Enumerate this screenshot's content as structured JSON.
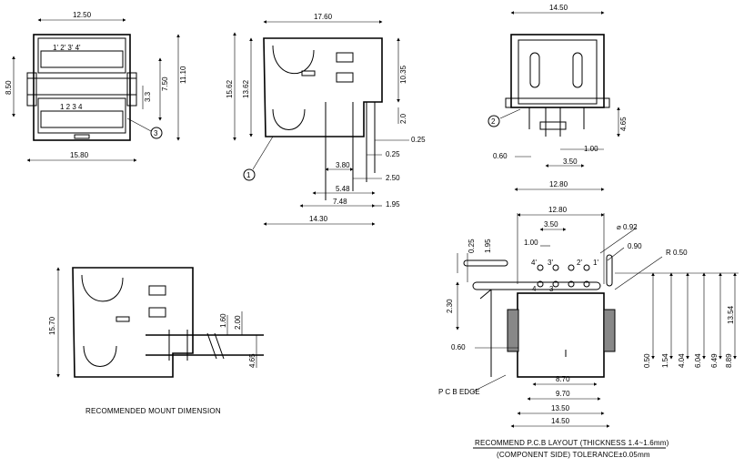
{
  "view_front": {
    "dims": {
      "top_width": "12.50",
      "height_right": "11.10",
      "height_left": "8.50",
      "inner": "7.50",
      "small": "3.3",
      "bottom_width": "15.80"
    },
    "pins_top": "1'  2'  3'  4'",
    "pins_bottom": "1   2   3   4",
    "callout": "3"
  },
  "view_side": {
    "dims": {
      "length": "17.60",
      "h1": "15.62",
      "h2": "13.62",
      "h3": "10.35",
      "h4": "2.0",
      "d025a": "0.25",
      "d025b": "0.25",
      "d380": "3.80",
      "d250": "2.50",
      "d548": "5.48",
      "d748": "7.48",
      "d195": "1.95",
      "d1430": "14.30"
    },
    "callout": "1"
  },
  "view_rear": {
    "dims": {
      "top": "14.50",
      "h": "4.65",
      "d100": "1.00",
      "d060": "0.60",
      "d350": "3.50",
      "d1280": "12.80"
    },
    "callout": "2"
  },
  "view_mount": {
    "dims": {
      "h": "15.70",
      "d160": "1.60",
      "d200": "2.00",
      "d465": "4.65"
    },
    "caption": "RECOMMENDED MOUNT DIMENSION"
  },
  "view_pcb": {
    "dims": {
      "top": "12.80",
      "d350": "3.50",
      "d100": "1.00",
      "d025": "0.25",
      "d195": "1.95",
      "dia": "⌀ 0.92",
      "d090": "0.90",
      "r050": "R 0.50",
      "d230": "2.30",
      "d060": "0.60",
      "d050": "0.50",
      "d154": "1.54",
      "d404": "4.04",
      "d604": "6.04",
      "d649": "6.49",
      "d889": "8.89",
      "d1354": "13.54",
      "d870": "8.70",
      "d970": "9.70",
      "d1350": "13.50",
      "d1450": "14.50"
    },
    "pins": {
      "p4p": "4'",
      "p3p": "3'",
      "p2p": "2'",
      "p1p": "1'",
      "p4": "4",
      "p3": "3"
    },
    "edge_label": "P C B EDGE",
    "caption_line1": "RECOMMEND P.C.B LAYOUT (THICKNESS 1.4~1.6mm)",
    "caption_line2": "(COMPONENT SIDE) TOLERANCE±0.05mm"
  }
}
